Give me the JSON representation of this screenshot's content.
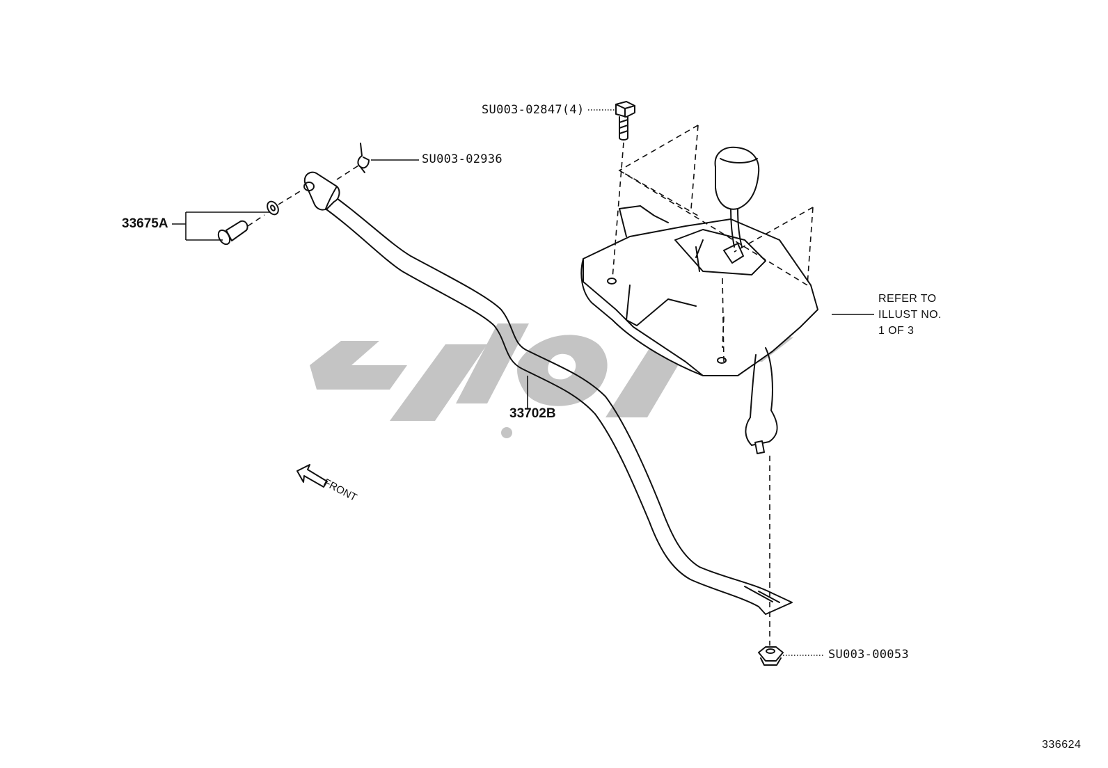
{
  "callouts": {
    "bolt": "SU003-02847(4)",
    "clip": "SU003-02936",
    "pin_washer": "33675A",
    "rod": "33702B",
    "nut": "SU003-00053"
  },
  "reference_note": {
    "line1": "REFER TO",
    "line2": "ILLUST NO.",
    "line3": "1 OF 3"
  },
  "direction_label": "FRONT",
  "illustration_number": "336624",
  "watermark": "watermark-logo",
  "colors": {
    "line": "#111111",
    "watermark": "#c4c4c4",
    "background": "#ffffff"
  }
}
